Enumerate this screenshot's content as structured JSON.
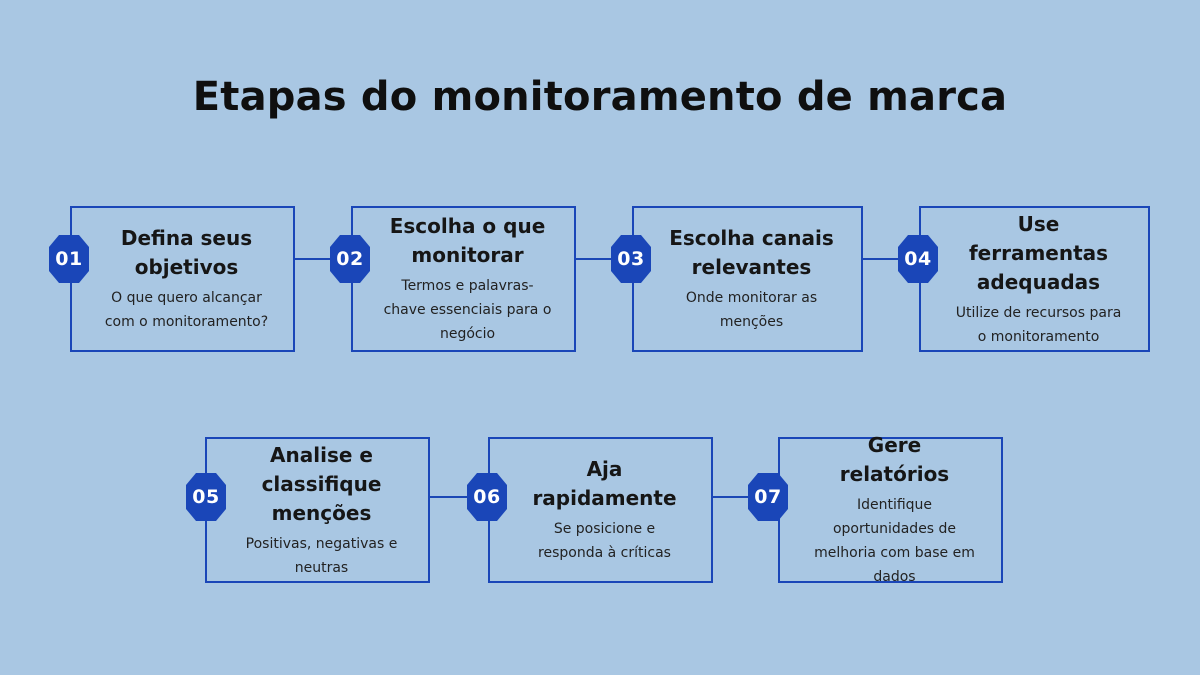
{
  "title": "Etapas do monitoramento de marca",
  "steps": [
    {
      "number": "01",
      "title": "Defina seus objetivos",
      "description": "O que quero alcançar com o monitoramento?"
    },
    {
      "number": "02",
      "title": "Escolha o que monitorar",
      "description": "Termos e palavras-chave essenciais para o negócio"
    },
    {
      "number": "03",
      "title": "Escolha canais relevantes",
      "description": "Onde monitorar as menções"
    },
    {
      "number": "04",
      "title": "Use ferramentas adequadas",
      "description": "Utilize de recursos para o monitoramento"
    },
    {
      "number": "05",
      "title": "Analise e classifique menções",
      "description": "Positivas, negativas e neutras"
    },
    {
      "number": "06",
      "title": "Aja rapidamente",
      "description": "Se posicione e responda à críticas"
    },
    {
      "number": "07",
      "title": "Gere relatórios",
      "description": "Identifique oportunidades de melhoria com base em dados"
    }
  ],
  "colors": {
    "background": "#a9c7e3",
    "accent": "#1a46b8",
    "text": "#161616"
  }
}
